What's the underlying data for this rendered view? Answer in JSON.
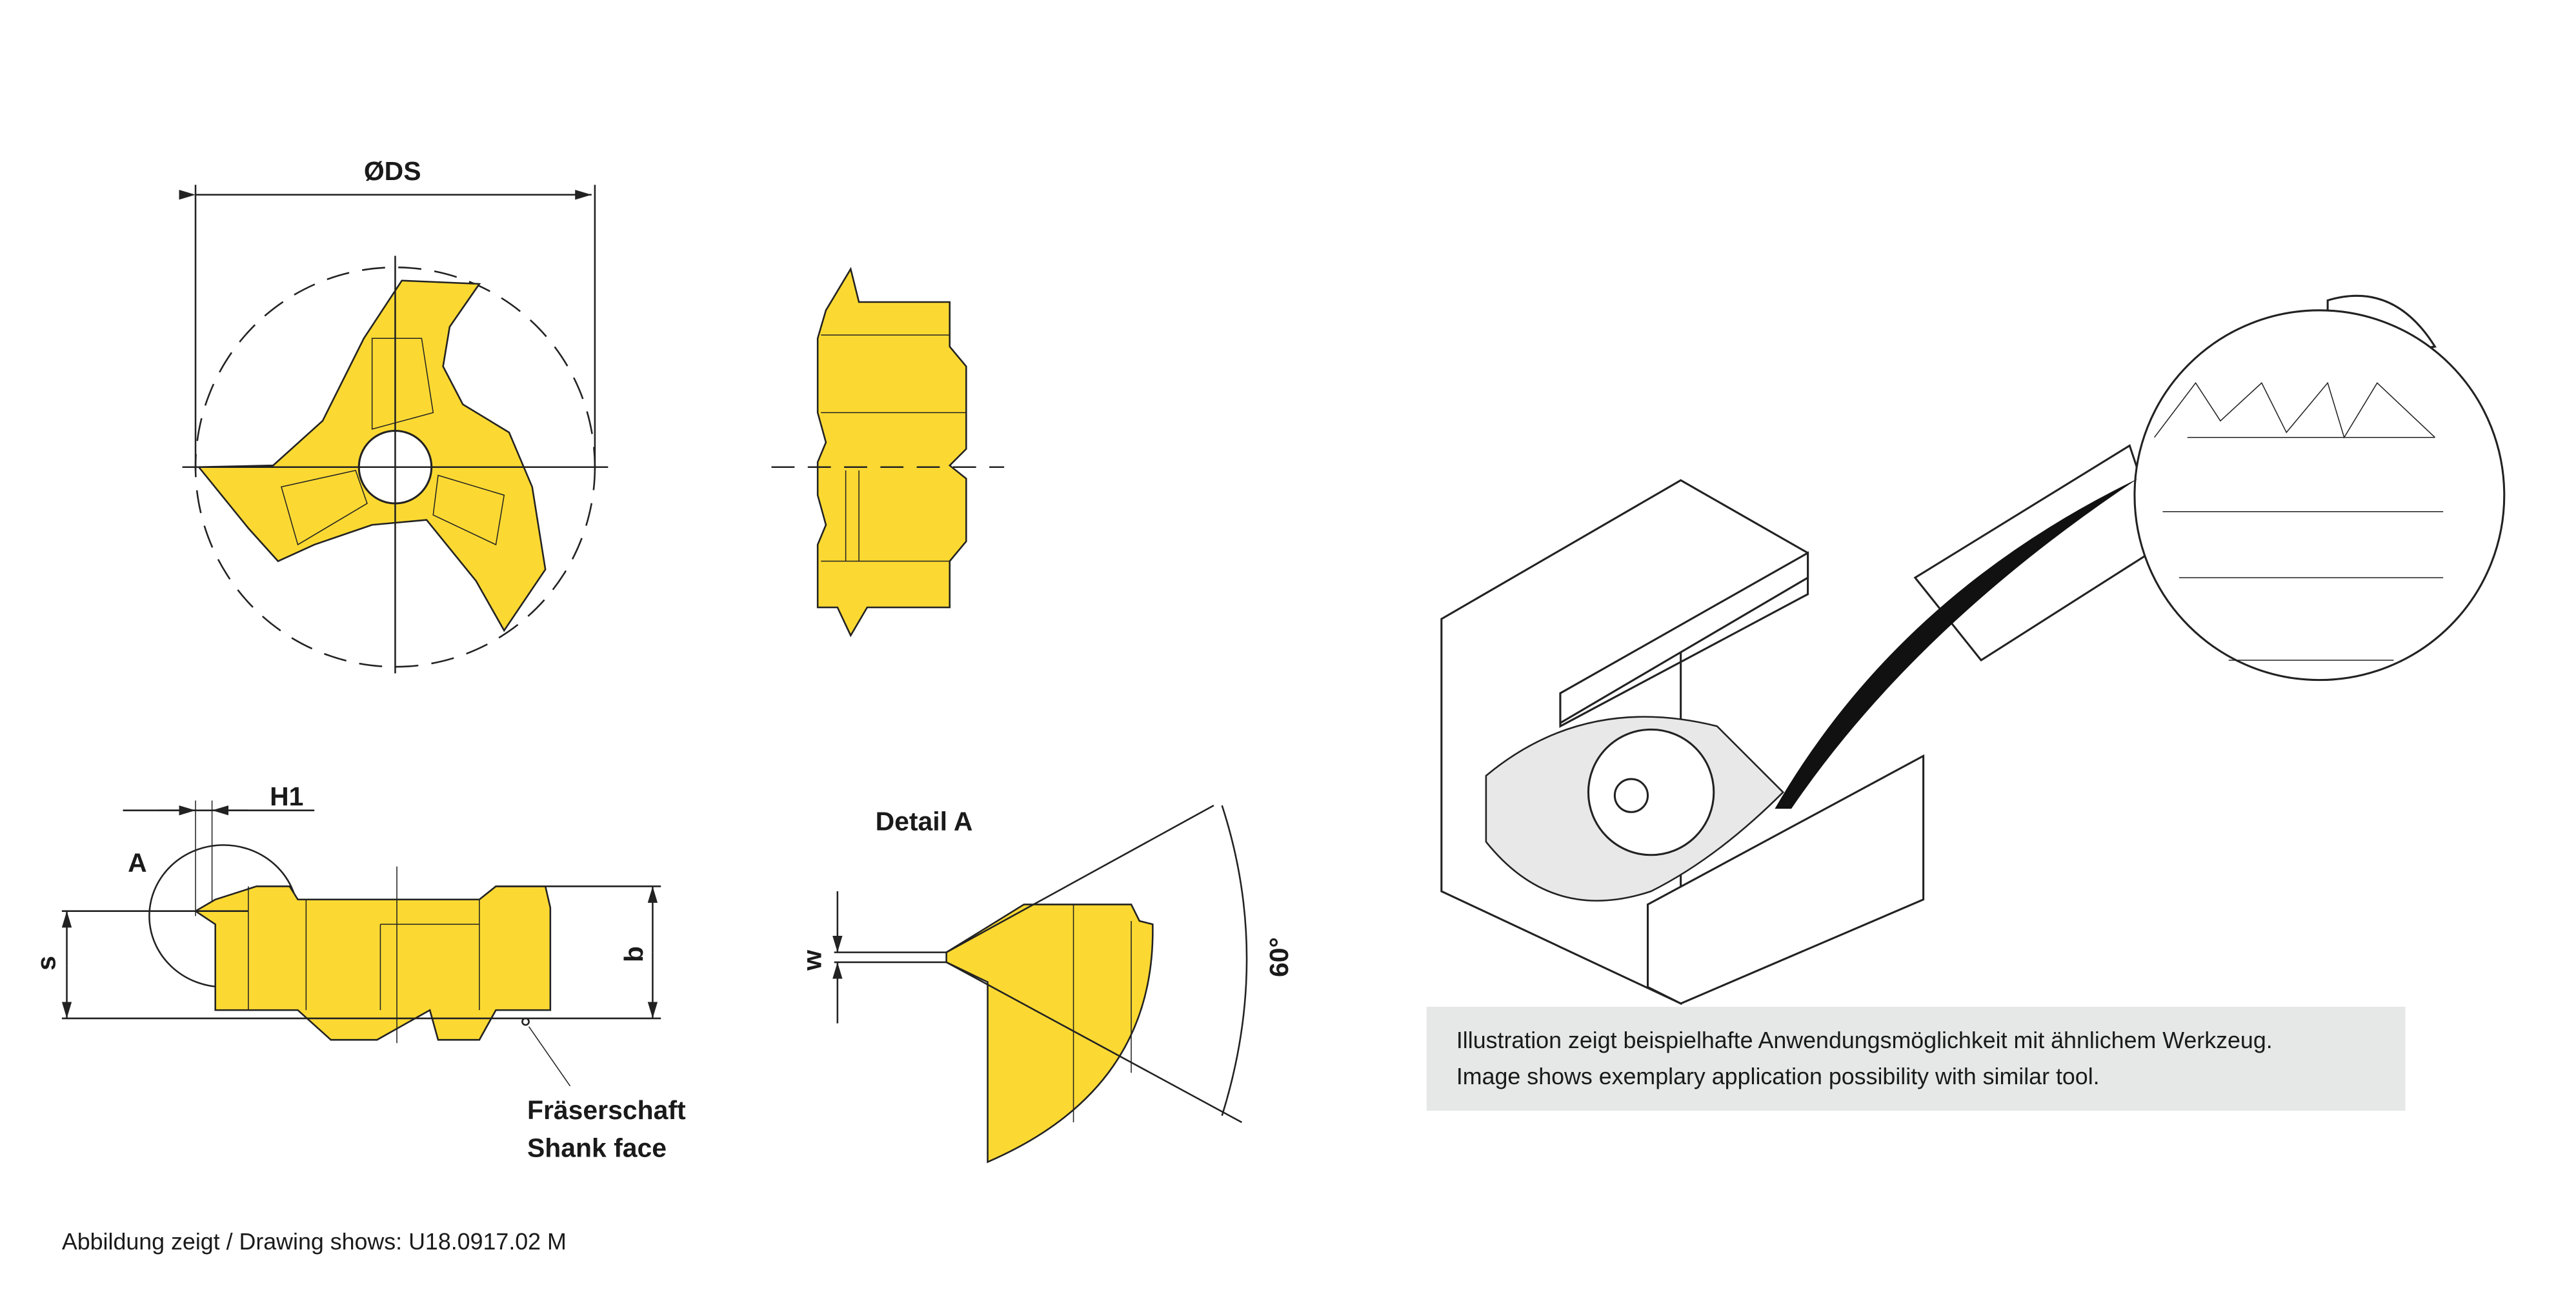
{
  "labels": {
    "diameter": "ØDS",
    "h1": "H1",
    "detail_marker": "A",
    "s": "s",
    "b": "b",
    "shank_de": "Fräserschaft",
    "shank_en": "Shank face",
    "detail_title": "Detail A",
    "w": "w",
    "angle": "60°"
  },
  "caption": "Abbildung zeigt / Drawing shows: U18.0917.02 M",
  "illustration_note": {
    "line_de": "Illustration zeigt beispielhafte Anwendungsmöglichkeit mit ähnlichem Werkzeug.",
    "line_en": "Image shows exemplary application possibility with similar tool."
  },
  "colors": {
    "insert": "#FCD932",
    "note_bg": "#E6E7E7"
  }
}
